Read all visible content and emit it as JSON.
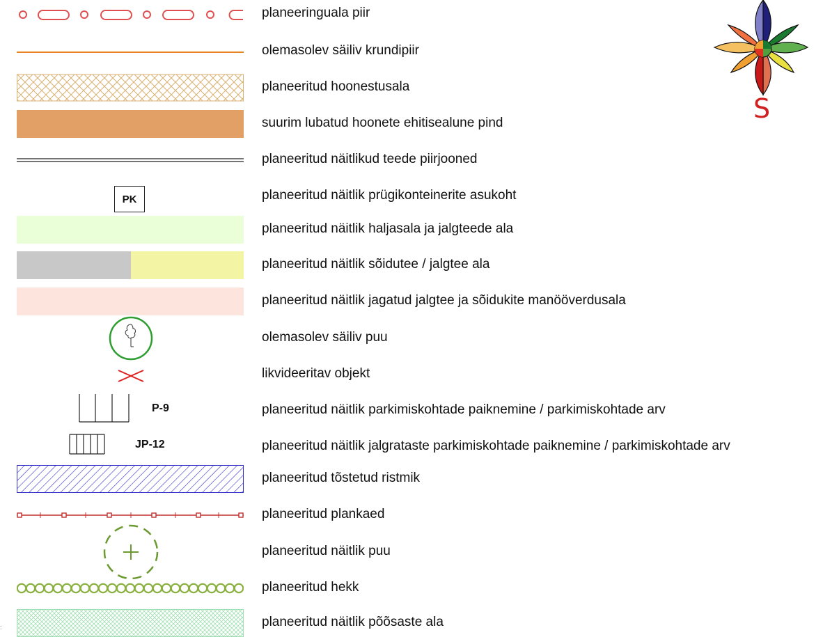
{
  "legend": {
    "items": [
      {
        "label": "planeeringuala piir"
      },
      {
        "label": "olemasolev säiliv krundipiir"
      },
      {
        "label": "planeeritud hoonestusala"
      },
      {
        "label": "suurim lubatud hoonete ehitisealune pind"
      },
      {
        "label": "planeeritud näitlikud teede piirjooned"
      },
      {
        "label": "planeeritud näitlik prügikonteinerite asukoht",
        "symbol_text": "PK"
      },
      {
        "label": "planeeritud näitlik haljasala ja jalgteede ala"
      },
      {
        "label": "planeeritud näitlik sõidutee / jalgtee ala"
      },
      {
        "label": "planeeritud näitlik jagatud jalgtee ja sõidukite manööverdusala"
      },
      {
        "label": "olemasolev säiliv puu"
      },
      {
        "label": "likvideeritav objekt"
      },
      {
        "label": "planeeritud näitlik parkimiskohtade paiknemine / parkimiskohtade arv",
        "symbol_text": "P-9"
      },
      {
        "label": "planeeritud näitlik jalgrataste parkimiskohtade paiknemine / parkimiskohtade arv",
        "symbol_text": "JP-12"
      },
      {
        "label": "planeeritud tõstetud ristmik"
      },
      {
        "label": "planeeritud plankaed"
      },
      {
        "label": "planeeritud näitlik puu"
      },
      {
        "label": "planeeritud hekk"
      },
      {
        "label": "planeeritud näitlik põõsaste ala"
      }
    ]
  },
  "compass": {
    "direction_label": "S"
  },
  "corner_mark": ":",
  "colors": {
    "boundary_red": "#e05050",
    "plot_orange": "#e8821e",
    "building_area_hatch": "#d8b070",
    "max_footprint": "#e2a066",
    "green_area": "#eaffd8",
    "road_gray": "#c8c8c8",
    "walkway_yellow": "#f4f5a4",
    "shared_area_pink": "#fde4dc",
    "tree_green": "#2e9e30",
    "remove_red": "#e02020",
    "raised_crossing_blue": "#3030c8",
    "fence_red": "#c03030",
    "planned_tree_green": "#6a9a30",
    "hedge_green": "#8ab040",
    "shrub_hatch": "#9fdfb0",
    "compass_s_red": "#d02020"
  }
}
